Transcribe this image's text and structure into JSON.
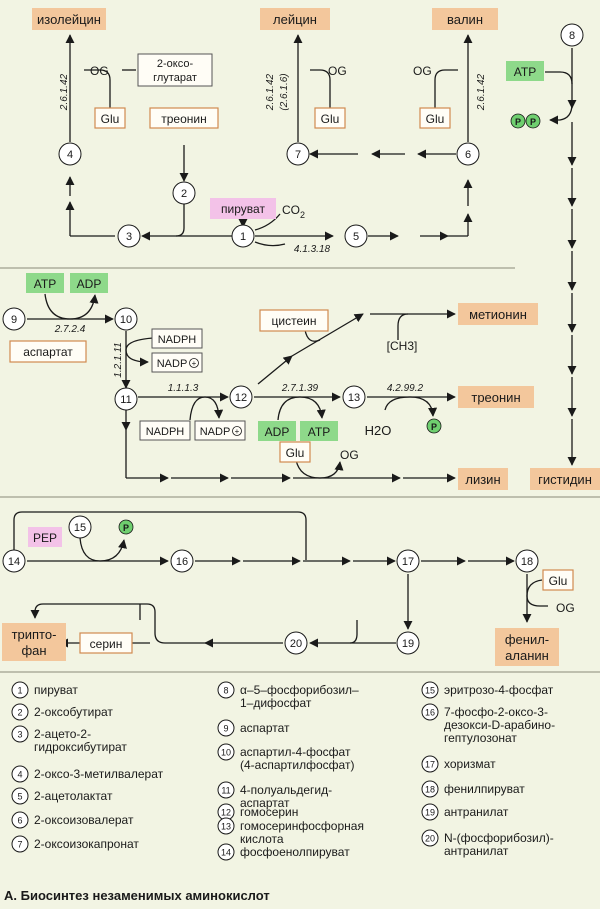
{
  "colors": {
    "background": "#f2f4e3",
    "product_fill": "#f3c79c",
    "substrate_fill": "#fffdf6",
    "energy_fill": "#8ed98a",
    "pyruvate_fill": "#f3c2e8",
    "phosphate_fill": "#6fcf6f",
    "line": "#1a1a1a",
    "separator": "#8a8a7a"
  },
  "products": {
    "isoleucine": "изолейцин",
    "leucine": "лейцин",
    "valine": "валин",
    "methionine": "метионин",
    "threonine": "треонин",
    "lysine": "лизин",
    "histidine": "гистидин",
    "tryptophan_1": "трипто-",
    "tryptophan_2": "фан",
    "phenylalanine_1": "фенил-",
    "phenylalanine_2": "аланин"
  },
  "substrates": {
    "oxoglutarate_1": "2-оксо-",
    "oxoglutarate_2": "глутарат",
    "glu": "Glu",
    "threonine": "треонин",
    "pyruvate": "пируват",
    "aspartate": "аспартат",
    "nadph": "NADPH",
    "nadp": "NADP",
    "cysteine": "цистеин",
    "methyl": "[CH3]",
    "water": "H2O",
    "pep": "PEP",
    "serine": "серин"
  },
  "cofactors": {
    "og": "OG",
    "co2": "CO2",
    "atp": "ATP",
    "adp": "ADP",
    "phosphate": "P",
    "plus": "+"
  },
  "enzymes": {
    "e_2_6_1_42": "2.6.1.42",
    "e_2_6_1_6": "(2.6.1.6)",
    "e_4_1_3_18": "4.1.3.18",
    "e_2_7_2_4": "2.7.2.4",
    "e_1_2_1_11": "1.2.1.11",
    "e_1_1_1_3": "1.1.1.3",
    "e_2_7_1_39": "2.7.1.39",
    "e_4_2_99_2": "4.2.99.2"
  },
  "legend": [
    {
      "num": "1",
      "lines": [
        "пируват"
      ]
    },
    {
      "num": "2",
      "lines": [
        "2-оксобутират"
      ]
    },
    {
      "num": "3",
      "lines": [
        "2-ацето-2-",
        "гидроксибутират"
      ]
    },
    {
      "num": "4",
      "lines": [
        "2-оксо-3-метилвалерат"
      ]
    },
    {
      "num": "5",
      "lines": [
        "2-ацетолактат"
      ]
    },
    {
      "num": "6",
      "lines": [
        "2-оксоизовалерат"
      ]
    },
    {
      "num": "7",
      "lines": [
        "2-оксоизокапронат"
      ]
    },
    {
      "num": "8",
      "lines": [
        "α–5–фосфорибозил–",
        "1–дифосфат"
      ]
    },
    {
      "num": "9",
      "lines": [
        "аспартат"
      ]
    },
    {
      "num": "10",
      "lines": [
        "аспартил-4-фосфат",
        "(4-аспартилфосфат)"
      ]
    },
    {
      "num": "11",
      "lines": [
        "4-полуальдегид-",
        "аспартат"
      ]
    },
    {
      "num": "12",
      "lines": [
        "гомосерин"
      ]
    },
    {
      "num": "13",
      "lines": [
        "гомосеринфосфорная",
        "кислота"
      ]
    },
    {
      "num": "14",
      "lines": [
        "фосфоенолпируват"
      ]
    },
    {
      "num": "15",
      "lines": [
        "эритрозо-4-фосфат"
      ]
    },
    {
      "num": "16",
      "lines": [
        "7-фосфо-2-оксо-3-",
        "дезокси-D-арабино-",
        "гептулозонат"
      ]
    },
    {
      "num": "17",
      "lines": [
        "хоризмат"
      ]
    },
    {
      "num": "18",
      "lines": [
        "фенилпируват"
      ]
    },
    {
      "num": "19",
      "lines": [
        "антранилат"
      ]
    },
    {
      "num": "20",
      "lines": [
        "N-(фосфорибозил)-",
        "антранилат"
      ]
    }
  ],
  "caption": "А. Биосинтез незаменимых аминокислот"
}
